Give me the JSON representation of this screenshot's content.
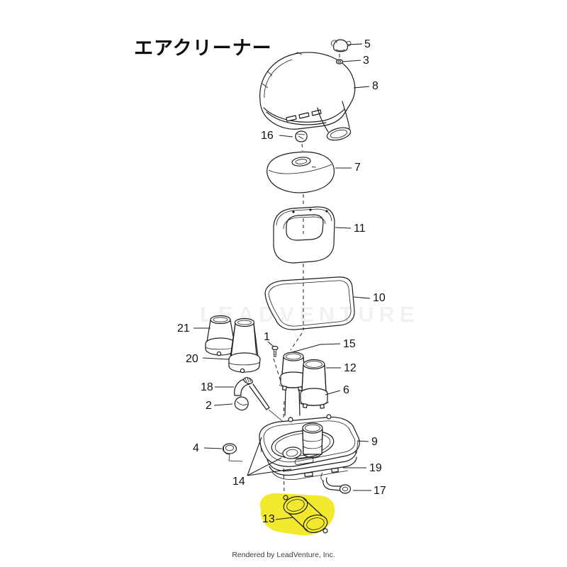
{
  "title": "エアクリーナー",
  "watermark": "LEADVENTURE",
  "footer": "Rendered by LeadVenture, Inc.",
  "colors": {
    "highlight": "#f2e92f",
    "line": "#1c1c1c",
    "background": "#ffffff"
  },
  "diagram": {
    "description_labels": "numbered part callouts of exploded air-cleaner assembly",
    "highlighted_part": "13",
    "labels": [
      "5",
      "3",
      "8",
      "16",
      "7",
      "11",
      "10",
      "21",
      "1",
      "15",
      "20",
      "12",
      "6",
      "18",
      "2",
      "9",
      "19",
      "4",
      "14",
      "17",
      "13"
    ]
  }
}
